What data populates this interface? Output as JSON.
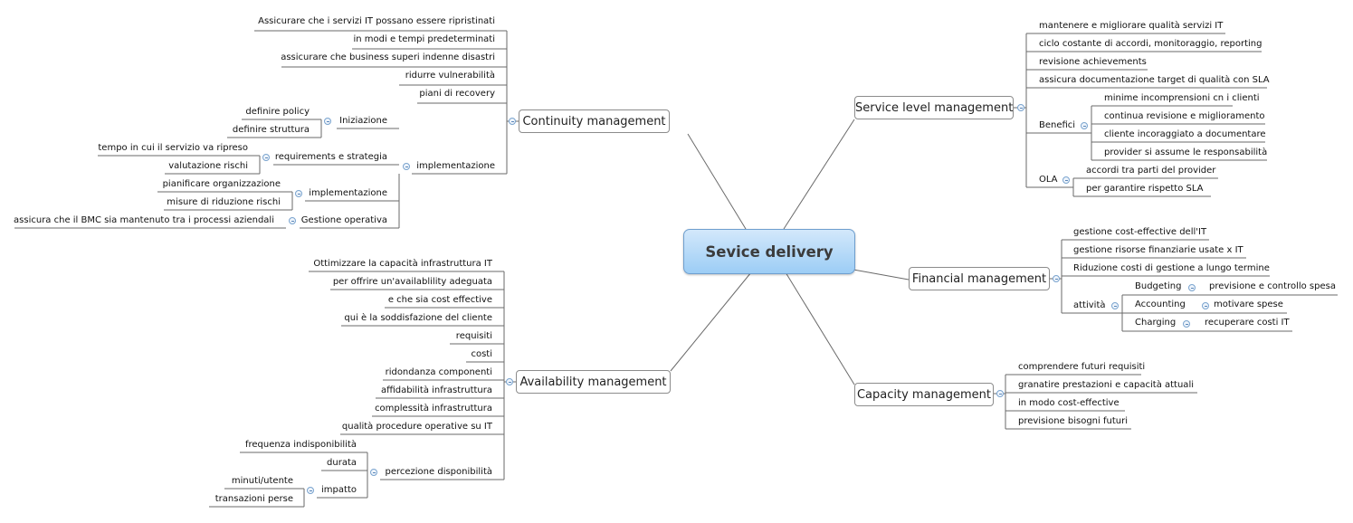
{
  "root": "Sevice delivery",
  "continuity": {
    "title": "Continuity management",
    "items": [
      "Assicurare che i servizi IT possano essere ripristinati",
      "in modi e tempi predeterminati",
      "assicurare che business superi indenne disastri",
      "ridurre vulnerabilità",
      "piani di recovery"
    ],
    "implementazione": {
      "label": "implementazione",
      "iniziazione": {
        "label": "Iniziazione",
        "items": [
          "definire policy",
          "definire struttura"
        ]
      },
      "requirements": {
        "label": "requirements e strategia",
        "items": [
          "tempo in cui il servizio va ripreso",
          "valutazione rischi"
        ]
      },
      "implementazione2": {
        "label": "implementazione",
        "items": [
          "pianificare organizzazione",
          "misure di riduzione rischi"
        ]
      },
      "gestione": {
        "label": "Gestione operativa",
        "items": [
          "assicura che il BMC sia mantenuto tra i processi aziendali"
        ]
      }
    }
  },
  "availability": {
    "title": "Availability management",
    "items": [
      "Ottimizzare la capacità infrastruttura IT",
      "per offrire un'availablility adeguata",
      "e che sia cost effective",
      "qui è la soddisfazione del cliente",
      "requisiti",
      "costi",
      "ridondanza componenti",
      "affidabilità infrastruttura",
      "complessità infrastruttura",
      "qualità procedure operative su IT"
    ],
    "percezione": {
      "label": "percezione disponibilità",
      "items": [
        "frequenza indisponibilità",
        "durata"
      ],
      "impatto": {
        "label": "impatto",
        "items": [
          "minuti/utente",
          "transazioni perse"
        ]
      }
    }
  },
  "service_level": {
    "title": "Service level management",
    "items": [
      "mantenere e migliorare qualità servizi IT",
      "ciclo costante di accordi, monitoraggio, reporting",
      "revisione achievements",
      "assicura documentazione target di qualità con SLA"
    ],
    "benefici": {
      "label": "Benefici",
      "items": [
        "minime incomprensioni cn i clienti",
        "continua revisione e miglioramento",
        "cliente incoraggiato a documentare",
        "provider si assume le responsabilità"
      ]
    },
    "ola": {
      "label": "OLA",
      "items": [
        "accordi tra parti del provider",
        "per garantire rispetto SLA"
      ]
    }
  },
  "financial": {
    "title": "Financial management",
    "items": [
      "gestione cost-effective dell'IT",
      "gestione risorse finanziarie usate x IT",
      "Riduzione costi di gestione a lungo termine"
    ],
    "attivita": {
      "label": "attività",
      "budgeting": {
        "label": "Budgeting",
        "item": "previsione e controllo spesa"
      },
      "accounting": {
        "label": "Accounting",
        "item": "motivare spese"
      },
      "charging": {
        "label": "Charging",
        "item": "recuperare costi IT"
      }
    }
  },
  "capacity": {
    "title": "Capacity management",
    "items": [
      "comprendere futuri requisiti",
      "granatire prestazioni e capacità attuali",
      "in modo cost-effective",
      "previsione bisogni futuri"
    ]
  }
}
